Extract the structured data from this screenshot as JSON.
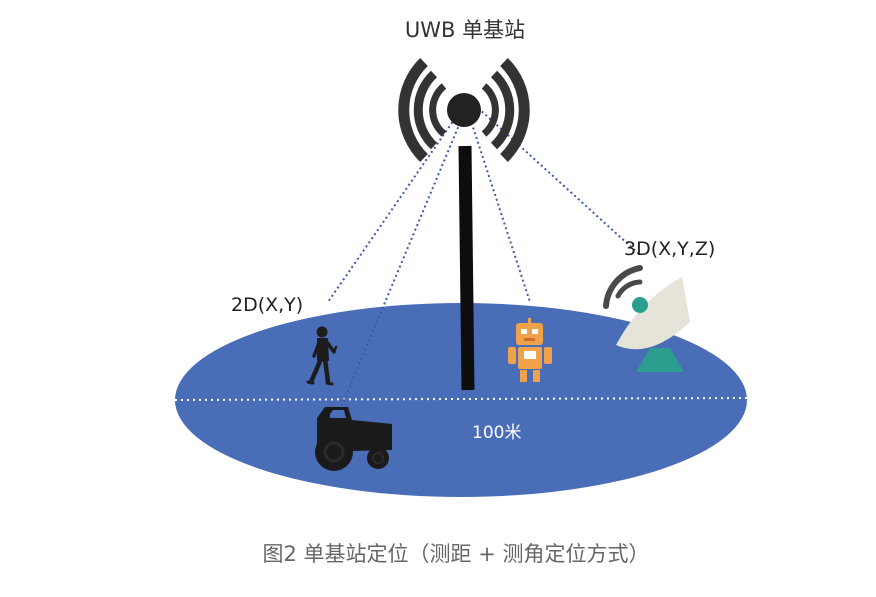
{
  "title": "UWB 单基站",
  "labels": {
    "tag_2d": "2D(X,Y)",
    "tag_3d": "3D(X,Y,Z)",
    "distance": "100米"
  },
  "caption": "图2  单基站定位（测距 + 测角定位方式）",
  "colors": {
    "ground": "#4a6db8",
    "tower": "#0d0d0d",
    "robot": "#f0a24a",
    "dish": "#e6e3d8",
    "teal": "#2a9d8f",
    "link": "#3b5aa8"
  },
  "icons": [
    "antenna-signal-icon",
    "person-walking-icon",
    "tractor-icon",
    "robot-icon",
    "satellite-dish-icon"
  ]
}
